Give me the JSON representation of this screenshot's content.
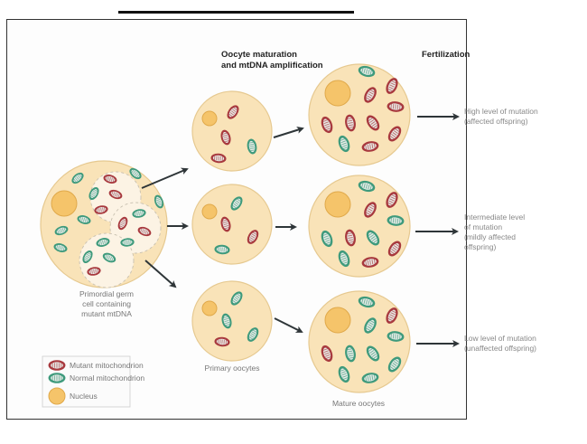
{
  "headers": {
    "maturation_line1": "Oocyte maturation",
    "maturation_line2": "and mtDNA amplification",
    "fertilization": "Fertilization"
  },
  "labels": {
    "primordial_line1": "Primordial germ",
    "primordial_line2": "cell containing",
    "primordial_line3": "mutant mtDNA",
    "primary": "Primary oocytes",
    "mature": "Mature oocytes"
  },
  "outcomes": [
    {
      "lines": [
        "High level of mutation",
        "(affected offspring)"
      ]
    },
    {
      "lines": [
        "Intermediate level",
        "of mutation",
        "(mildly affected",
        "offspring)"
      ]
    },
    {
      "lines": [
        "Low level of mutation",
        "(unaffected offspring)"
      ]
    }
  ],
  "legend": {
    "mutant": "Mutant mitochondrion",
    "normal": "Normal mitochondrion",
    "nucleus": "Nucleus"
  },
  "colors": {
    "cell_fill": "#f9e3b8",
    "cell_stroke": "#e6c990",
    "nucleus_fill": "#f5c46a",
    "nucleus_stroke": "#e0a94a",
    "mutant": "#a8393e",
    "normal": "#3e9a7c",
    "arrow": "#2e3538"
  },
  "cells": {
    "primary": [
      {
        "mutant": 3,
        "normal": 1
      },
      {
        "mutant": 2,
        "normal": 2
      },
      {
        "mutant": 1,
        "normal": 3
      }
    ],
    "mature": [
      {
        "mutant": 9,
        "normal": 2
      },
      {
        "mutant": 6,
        "normal": 5
      },
      {
        "mutant": 2,
        "normal": 9
      }
    ]
  }
}
